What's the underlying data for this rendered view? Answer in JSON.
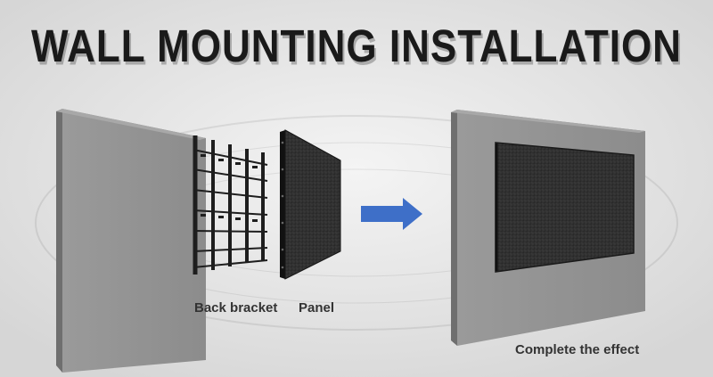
{
  "title": "WALL MOUNTING INSTALLATION",
  "labels": {
    "back_bracket": "Back bracket",
    "panel": "Panel",
    "complete": "Complete the effect"
  },
  "colors": {
    "background": "#e9e9e9",
    "wall": "#8a8a8a",
    "wall_side": "#6e6e6e",
    "bracket": "#222222",
    "panel": "#2a2a2a",
    "arrow": "#3e6fc8"
  },
  "icons": [
    "right-arrow-icon"
  ]
}
